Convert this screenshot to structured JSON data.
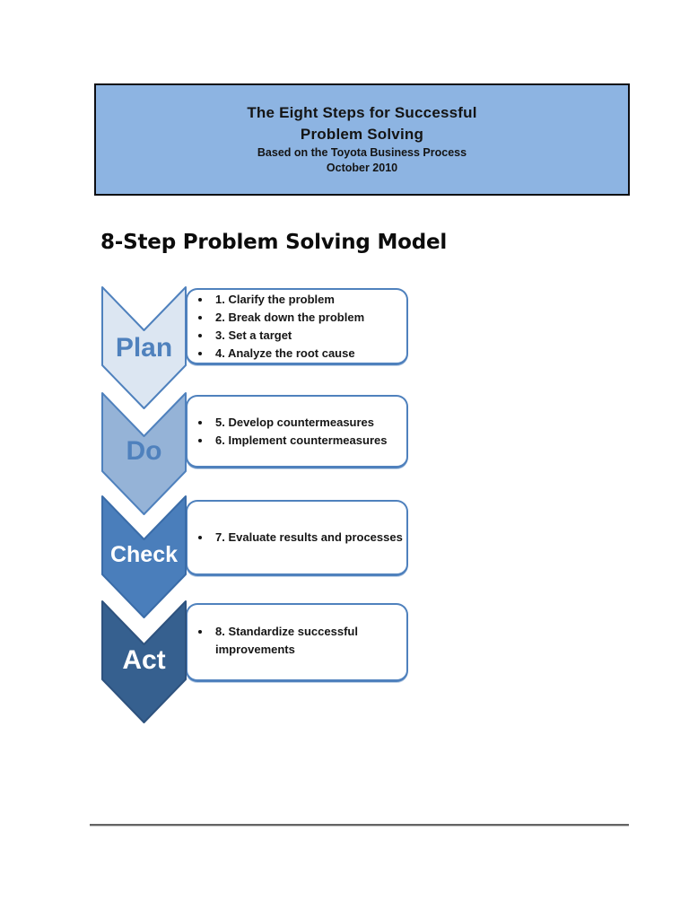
{
  "header_box": {
    "title_line1": "The Eight Steps for Successful",
    "title_line2": "Problem Solving",
    "subtitle": "Based on the Toyota Business Process",
    "date": "October 2010",
    "bg_color": "#8db4e2",
    "border_color": "#0e0e12"
  },
  "heading": "8-Step Problem Solving Model",
  "diagram": {
    "box_border_color": "#4f81bd",
    "steps": [
      {
        "label": "Plan",
        "fill": "#dce6f2",
        "stroke": "#4f81bd",
        "label_color": "#4f81bd",
        "items": [
          "1. Clarify the problem",
          "2. Break down the problem",
          "3. Set a target",
          "4. Analyze the root cause"
        ]
      },
      {
        "label": "Do",
        "fill": "#95b3d7",
        "stroke": "#4f81bd",
        "label_color": "#4f81bd",
        "items": [
          "5. Develop countermeasures",
          "6. Implement countermeasures"
        ]
      },
      {
        "label": "Check",
        "fill": "#4a7ebb",
        "stroke": "#3a6ca8",
        "label_color": "#ffffff",
        "items": [
          "7. Evaluate results and processes"
        ]
      },
      {
        "label": "Act",
        "fill": "#36608f",
        "stroke": "#2e527e",
        "label_color": "#ffffff",
        "items": [
          "8. Standardize successful improvements"
        ]
      }
    ]
  }
}
